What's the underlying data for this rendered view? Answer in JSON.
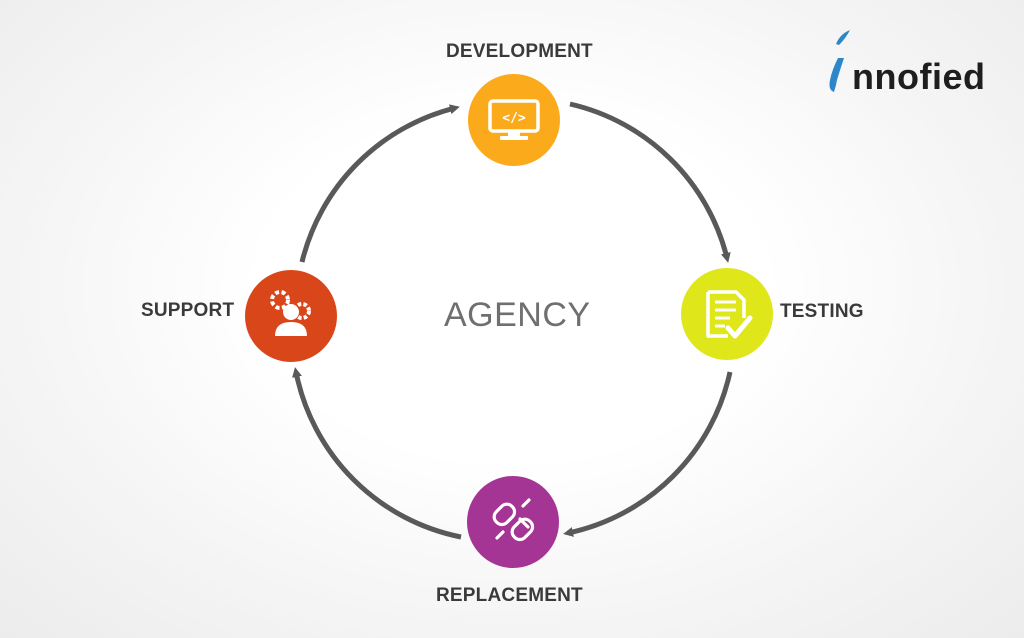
{
  "logo": {
    "initial": "i",
    "rest": "nnofied",
    "accent_color": "#2d86c8"
  },
  "center": {
    "label": "AGENCY"
  },
  "stages": {
    "development": {
      "label": "DEVELOPMENT",
      "color": "#fbaa1b",
      "icon": "monitor-code-icon"
    },
    "testing": {
      "label": "TESTING",
      "color": "#dfe619",
      "icon": "checklist-icon"
    },
    "replacement": {
      "label": "REPLACEMENT",
      "color": "#a53594",
      "icon": "broken-link-icon"
    },
    "support": {
      "label": "SUPPORT",
      "color": "#d9461a",
      "icon": "user-gears-icon"
    }
  },
  "arrow_color": "#595959"
}
